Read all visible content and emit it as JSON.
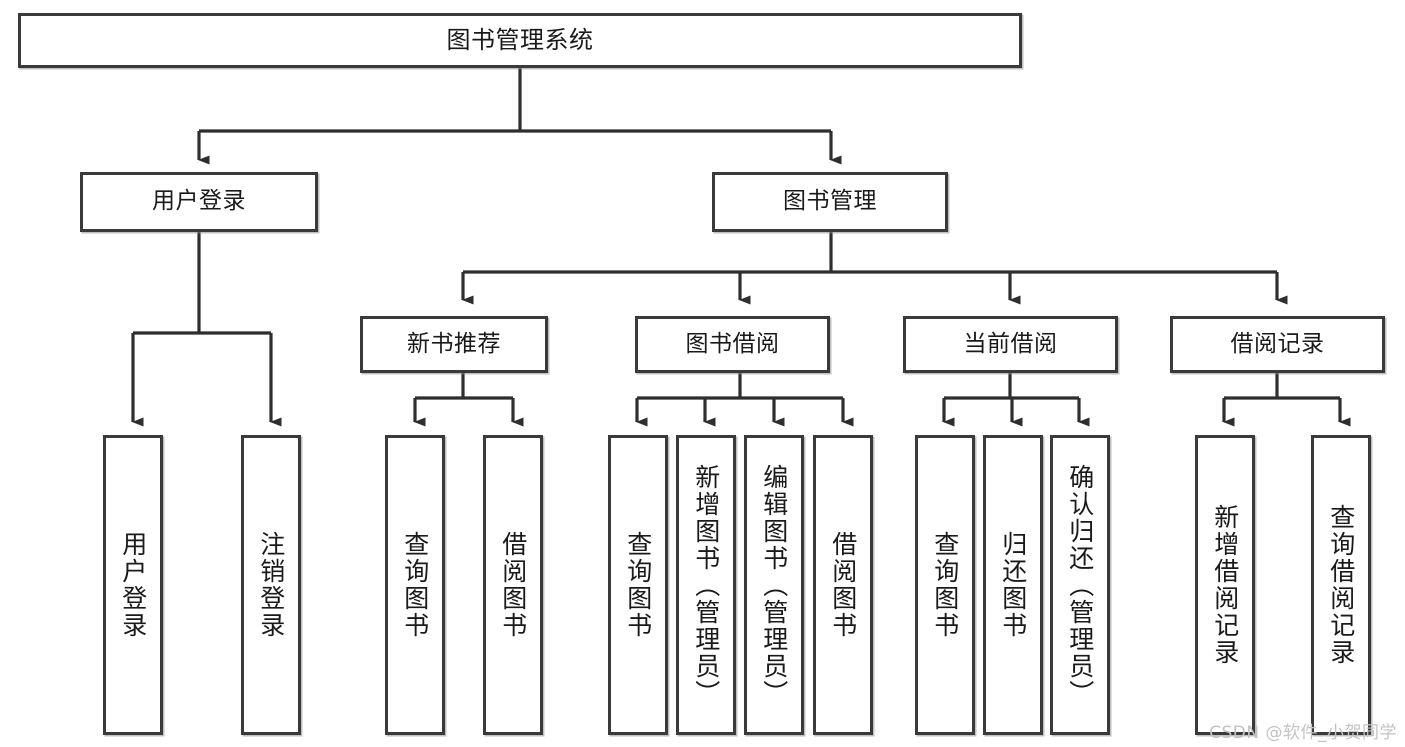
{
  "diagram": {
    "type": "tree-hierarchy",
    "title": "图书管理系统",
    "watermark": "CSDN @软件_小贺同学",
    "colors": {
      "background": "#ffffff",
      "border": "#3a3a3a",
      "text": "#1a1a1a",
      "connector": "#2e2e2e",
      "watermark": "#c3c3c3"
    },
    "root": {
      "label": "图书管理系统"
    },
    "level2": [
      {
        "label": "用户登录"
      },
      {
        "label": "图书管理"
      }
    ],
    "level3": [
      {
        "label": "新书推荐"
      },
      {
        "label": "图书借阅"
      },
      {
        "label": "当前借阅"
      },
      {
        "label": "借阅记录"
      }
    ],
    "leaves": {
      "user_login": [
        {
          "label": "用户登录"
        },
        {
          "label": "注销登录"
        }
      ],
      "new_book_recommend": [
        {
          "label": "查询图书"
        },
        {
          "label": "借阅图书"
        }
      ],
      "book_borrow": [
        {
          "label": "查询图书"
        },
        {
          "label": "新增图书（管理员）"
        },
        {
          "label": "编辑图书（管理员）"
        },
        {
          "label": "借阅图书"
        }
      ],
      "current_borrow": [
        {
          "label": "查询图书"
        },
        {
          "label": "归还图书"
        },
        {
          "label": "确认归还（管理员）"
        }
      ],
      "borrow_record": [
        {
          "label": "新增借阅记录"
        },
        {
          "label": "查询借阅记录"
        }
      ]
    }
  }
}
